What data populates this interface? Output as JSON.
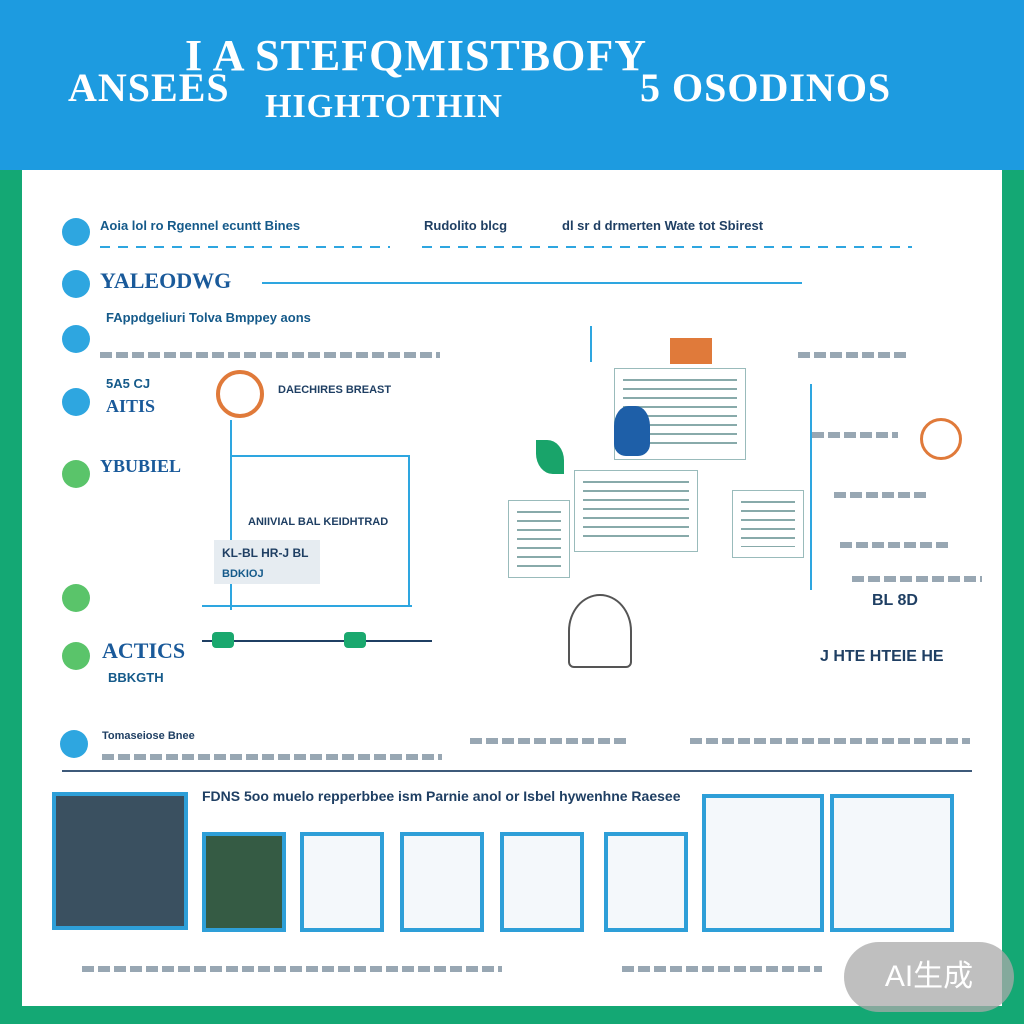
{
  "header": {
    "line1": "I A STEFQMISTBOFY",
    "line_left": "ANSEES",
    "line_right": "5 OSODINOS",
    "line2": "HIGHTOTHIN"
  },
  "rows": [
    {
      "label": "Aoia lol ro Rgennel ecuntt Bines"
    },
    {
      "label": "YALEODWG"
    },
    {
      "label": "FAppdgeliuri Tolva Bmppey aons"
    },
    {
      "label": "AITIS"
    },
    {
      "label": "YBUBIEL"
    },
    {
      "label": "ACTICS"
    }
  ],
  "row_sub": {
    "actics_sub": "BBKGTH",
    "aitis_prefix": "5A5 CJ"
  },
  "top_mid_label": "Rudolito blcg",
  "top_right_label": "dl sr d drmerten Wate tot Sbirest",
  "flow": {
    "diagram_note": "DAECHIRES BREAST",
    "box_label": "ANIIVIAL BAL KEIDHTRAD",
    "small_box": "KL-BL HR-J BL",
    "small_box_sub": "BDKIOJ"
  },
  "right_col": {
    "labels": [
      "BL 8D",
      "J HTE HTEIE HE"
    ]
  },
  "bottom_strip": {
    "text1": "Tomaseiose Bnee",
    "caption": "FDNS 5oo muelo repperbbee ism Parnie anol or Isbel hywenhne Raesee"
  },
  "badge": "AI生成",
  "colors": {
    "header": "#1d9be0",
    "frame": "#14a874",
    "accent": "#2ea6e0"
  }
}
